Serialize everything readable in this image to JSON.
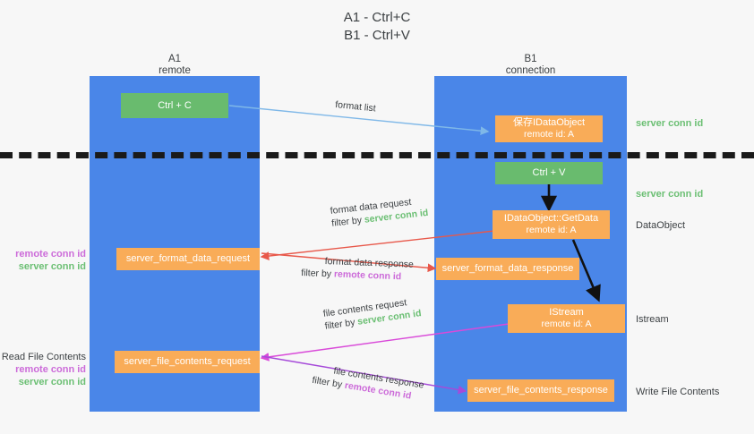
{
  "title": {
    "line1": "A1 - Ctrl+C",
    "line2": "B1 - Ctrl+V"
  },
  "columns": [
    {
      "name": "A1",
      "sub": "remote"
    },
    {
      "name": "B1",
      "sub": "connection"
    }
  ],
  "nodes": {
    "ctrl_c": {
      "label": "Ctrl + C"
    },
    "ctrl_v": {
      "label": "Ctrl + V"
    },
    "save_idataobject": {
      "line1": "保存IDataObject",
      "line2": "remote id: A"
    },
    "getdata": {
      "line1": "IDataObject::GetData",
      "line2": "remote id: A"
    },
    "istream": {
      "line1": "IStream",
      "line2": "remote id: A"
    },
    "server_format_data_request": {
      "label": "server_format_data_request"
    },
    "server_format_data_response": {
      "label": "server_format_data_response"
    },
    "server_file_contents_request": {
      "label": "server_file_contents_request"
    },
    "server_file_contents_response": {
      "label": "server_file_contents_response"
    }
  },
  "right_labels": {
    "server_conn_id_top": "server conn id",
    "server_conn_id_second": "server conn id",
    "dataobject": "DataObject",
    "istream": "Istream",
    "write_file_contents": "Write File Contents"
  },
  "left_labels": {
    "format_remote": "remote conn id",
    "format_server": "server conn id",
    "read_file_contents": "Read File Contents",
    "file_remote": "remote conn id",
    "file_server": "server conn id"
  },
  "edges": {
    "format_list": "format list",
    "format_data_request": "format data request",
    "format_data_request_filter_prefix": "filter by ",
    "format_data_request_filter_value": "server conn id",
    "format_data_response": "format data response",
    "format_data_response_filter_prefix": "filter by ",
    "format_data_response_filter_value": "remote conn id",
    "file_contents_request": "file contents request",
    "file_contents_request_filter_prefix": "filter by ",
    "file_contents_request_filter_value": "server conn id",
    "file_contents_response": "file contents response",
    "file_contents_response_filter_prefix": "filter by ",
    "file_contents_response_filter_value": "remote conn id"
  },
  "colors": {
    "lane": "#4a86e8",
    "node_green": "#69bb6e",
    "node_orange": "#f9ac58",
    "server_conn_id": "#6bbf73",
    "remote_conn_id": "#cc6bd9",
    "arrow_light_blue": "#7fb8e8",
    "arrow_red": "#e8584a",
    "arrow_magenta": "#d94ad9",
    "arrow_purple": "#a64ad9",
    "arrow_black": "#111111",
    "separator": "#1a1a1a"
  }
}
